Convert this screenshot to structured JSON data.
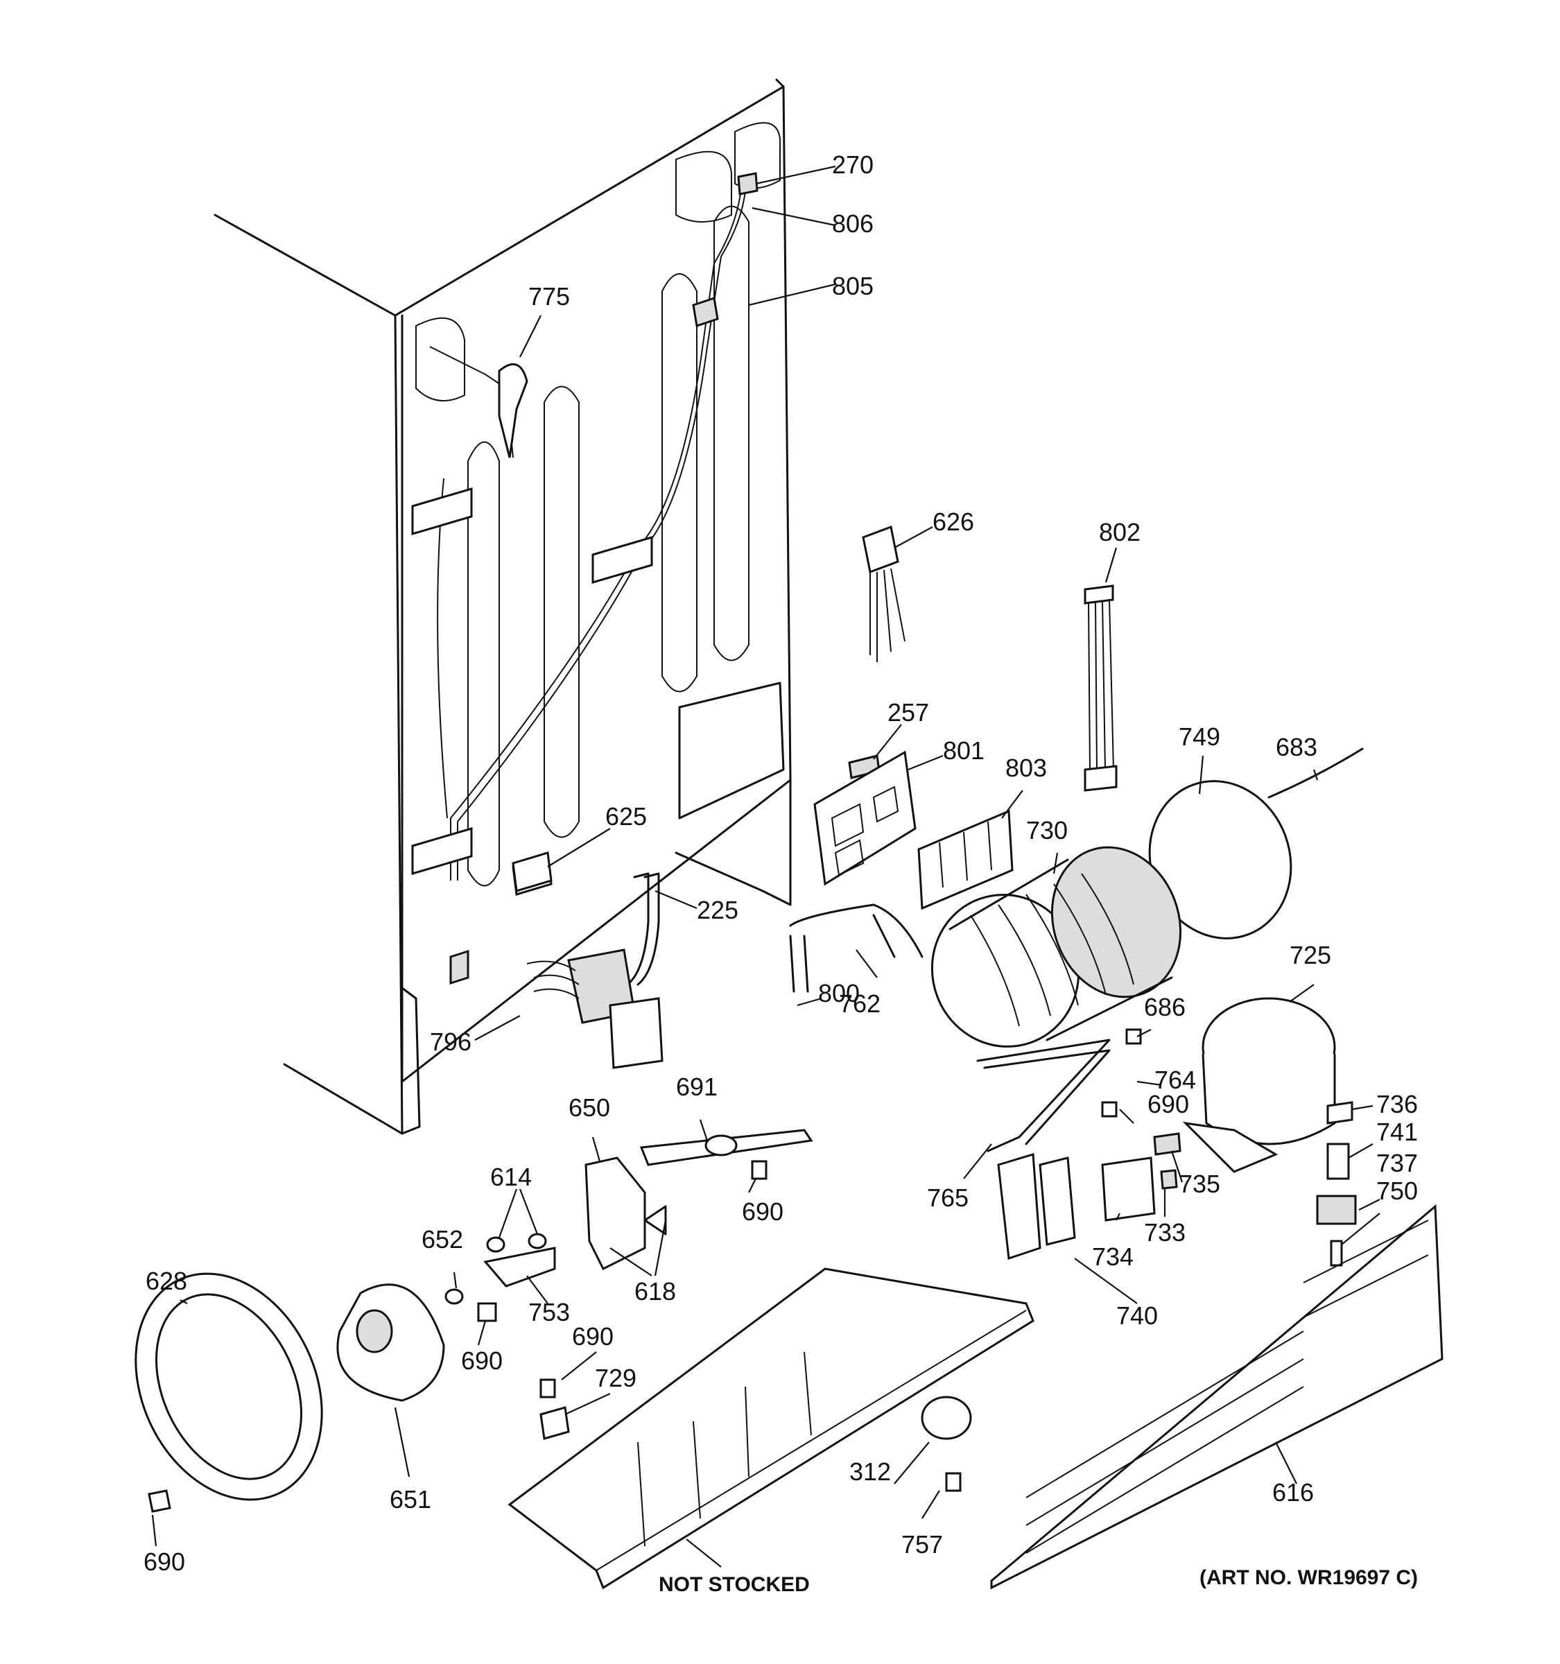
{
  "callouts": {
    "c270": "270",
    "c806": "806",
    "c805": "805",
    "c775": "775",
    "c626": "626",
    "c802": "802",
    "c257": "257",
    "c801": "801",
    "c803": "803",
    "c749": "749",
    "c683": "683",
    "c730": "730",
    "c625": "625",
    "c225": "225",
    "c762": "762",
    "c725": "725",
    "c686": "686",
    "c800": "800",
    "c796": "796",
    "c764": "764",
    "c690a": "690",
    "c736": "736",
    "c741": "741",
    "c691": "691",
    "c650": "650",
    "c690b": "690",
    "c765": "765",
    "c735": "735",
    "c737": "737",
    "c750": "750",
    "c614": "614",
    "c733": "733",
    "c734": "734",
    "c652": "652",
    "c618": "618",
    "c628": "628",
    "c753": "753",
    "c740": "740",
    "c690c": "690",
    "c690d": "690",
    "c729": "729",
    "c312": "312",
    "c616": "616",
    "c651": "651",
    "c757": "757",
    "c690e": "690"
  },
  "notes": {
    "not_stocked": "NOT STOCKED",
    "art_no": "(ART NO. WR19697 C)"
  }
}
